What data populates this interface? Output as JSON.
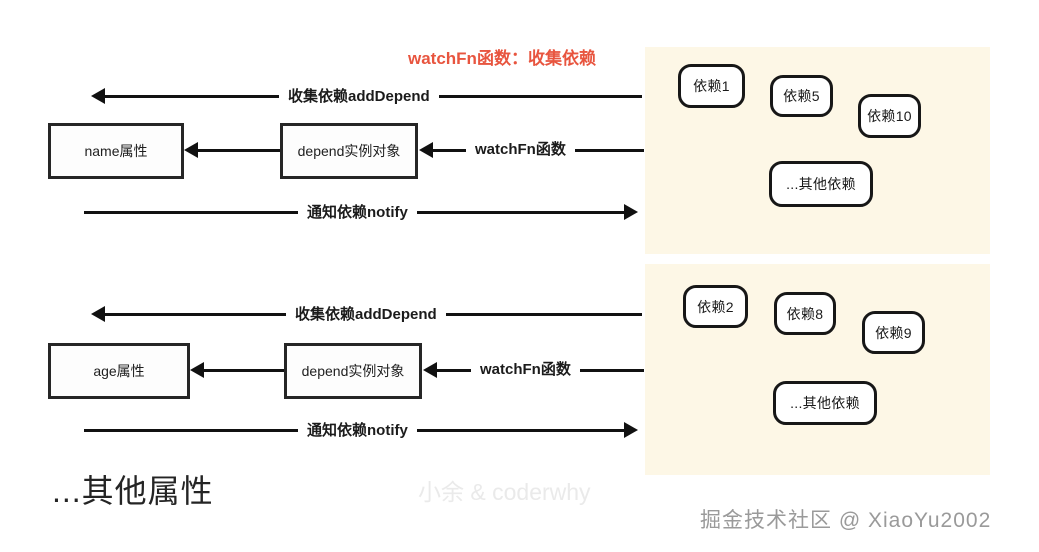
{
  "diagram": {
    "title": "watchFn函数：收集依赖",
    "title_color": "#e8553f",
    "panel_bg": "#fdf7e6",
    "line_color": "#111111",
    "box_border_color": "#262626"
  },
  "rows": [
    {
      "property_box": "name属性",
      "depend_box": "depend实例对象",
      "top_edge_label": "收集依赖addDepend",
      "middle_edge_label": "watchFn函数",
      "bottom_edge_label": "通知依赖notify",
      "dependencies": [
        "依赖1",
        "依赖5",
        "依赖10",
        "...其他依赖"
      ]
    },
    {
      "property_box": "age属性",
      "depend_box": "depend实例对象",
      "top_edge_label": "收集依赖addDepend",
      "middle_edge_label": "watchFn函数",
      "bottom_edge_label": "通知依赖notify",
      "dependencies": [
        "依赖2",
        "依赖8",
        "依赖9",
        "...其他依赖"
      ]
    }
  ],
  "footer": {
    "other_properties": "...其他属性",
    "watermark_center": "小余 & coderwhy",
    "watermark_right": "掘金技术社区 @ XiaoYu2002"
  }
}
